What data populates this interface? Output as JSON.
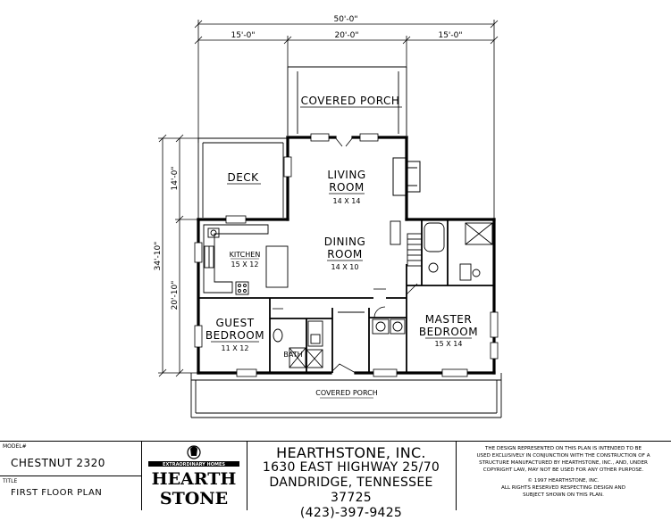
{
  "dimensions": {
    "overall_width": "50'-0\"",
    "seg_left": "15'-0\"",
    "seg_center": "20'-0\"",
    "seg_right": "15'-0\"",
    "upper_depth": "14'-0\"",
    "overall_depth": "34'-10\"",
    "lower_depth": "20'-10\""
  },
  "rooms": {
    "covered_porch_top": "COVERED PORCH",
    "deck": "DECK",
    "living_room_l1": "LIVING",
    "living_room_l2": "ROOM",
    "living_room_size": "14 X 14",
    "dining_room_l1": "DINING",
    "dining_room_l2": "ROOM",
    "dining_room_size": "14 X 10",
    "kitchen": "KITCHEN",
    "kitchen_size": "15 X 12",
    "guest_bedroom_l1": "GUEST",
    "guest_bedroom_l2": "BEDROOM",
    "guest_bedroom_size": "11 X 12",
    "bath": "BATH",
    "master_bedroom_l1": "MASTER",
    "master_bedroom_l2": "BEDROOM",
    "master_bedroom_size": "15 X 14",
    "covered_porch_bottom": "COVERED PORCH"
  },
  "title_block": {
    "model_caption": "MODEL#",
    "model": "CHESTNUT 2320",
    "title_caption": "TITLE",
    "title": "FIRST FLOOR PLAN",
    "logo_top": "EXTRAORDINARY HOMES",
    "logo_l1": "HEARTH",
    "logo_l2": "STONE",
    "company": "HEARTHSTONE, INC.",
    "street": "1630 EAST HIGHWAY 25/70",
    "city": "DANDRIDGE, TENNESSEE  37725",
    "phone": "(423)-397-9425",
    "legal_1": "THE DESIGN REPRESENTED ON THIS PLAN IS INTENDED TO BE",
    "legal_2": "USED EXCLUSIVELY IN CONJUNCTION WITH THE CONSTRUCTION OF A",
    "legal_3": "STRUCTURE MANUFACTURED BY HEARTHSTONE, INC., AND, UNDER",
    "legal_4": "COPYRIGHT LAW, MAY NOT BE USED FOR ANY OTHER PURPOSE.",
    "legal_5": "© 1997 HEARTHSTONE, INC.",
    "legal_6": "ALL RIGHTS RESERVED RESPECTING DESIGN AND",
    "legal_7": "SUBJECT SHOWN ON THIS PLAN."
  }
}
